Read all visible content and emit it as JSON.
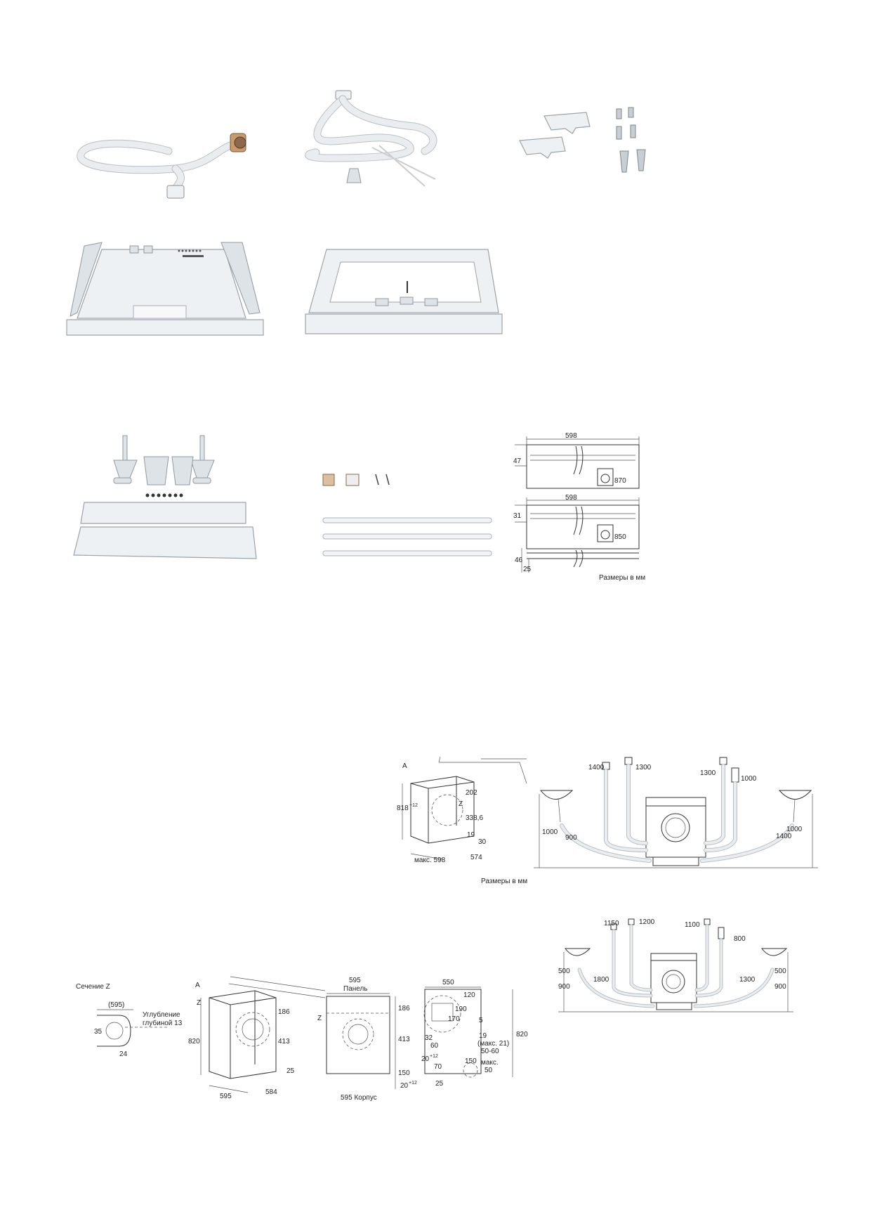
{
  "dim_diagram_1": {
    "width_top": "598",
    "height_top_shelf": "47",
    "machine_height_top": "870",
    "width_bottom": "598",
    "height_bottom_shelf": "31",
    "machine_height_bottom": "850",
    "rail_dim_a": "46",
    "rail_dim_b": "25",
    "units_note": "Размеры в мм"
  },
  "niche_diagram": {
    "label_a": "A",
    "height": "818",
    "height_tol": "+12",
    "dim_202": "202",
    "label_z": "Z",
    "dim_338": "338,6",
    "dim_19": "19",
    "dim_30": "30",
    "width_max": "макс. 598",
    "depth": "574",
    "units_note": "Размеры в мм"
  },
  "hose_diagram_1": {
    "len_1400_tl": "1400",
    "len_1300_tl": "1300",
    "len_1300_tr": "1300",
    "len_1000_tr": "1000",
    "height_1000_left": "1000",
    "len_900": "900",
    "len_1400_br": "1400",
    "height_1000_right": "1000"
  },
  "section_z": {
    "title": "Сечение Z",
    "dim_595": "(595)",
    "recess_label_1": "Углубление",
    "recess_label_2": "глубиной 13",
    "dim_35": "35",
    "dim_24": "24"
  },
  "built_in_iso": {
    "label_a": "A",
    "label_z": "Z",
    "height": "820",
    "dim_186": "186",
    "dim_413": "413",
    "dim_25": "25",
    "width": "595",
    "depth": "584"
  },
  "front_view": {
    "top_width": "595",
    "top_label": "Панель",
    "label_z": "Z",
    "dim_186": "186",
    "dim_413": "413",
    "dim_150": "150",
    "dim_20": "20",
    "dim_20_tol": "+12",
    "bottom_label": "595 Корпус"
  },
  "side_view": {
    "width": "550",
    "dim_120": "120",
    "dim_190": "190",
    "dim_170": "170",
    "dim_5": "5",
    "height": "820",
    "dim_32": "32",
    "dim_60": "60",
    "dim_19": "19",
    "dim_max21": "(макс. 21)",
    "dim_50_60": "50-60",
    "dim_20_12": "20",
    "dim_20_12_tol": "+12",
    "dim_70": "70",
    "dim_150": "150",
    "dim_max50_1": "макс.",
    "dim_max50_2": "50",
    "dim_25": "25"
  },
  "hose_diagram_2": {
    "len_1150": "1150",
    "len_1200": "1200",
    "len_1100": "1100",
    "len_800": "800",
    "h_500_left": "500",
    "h_900_left": "900",
    "len_1800": "1800",
    "len_1300": "1300",
    "h_500_right": "500",
    "h_900_right": "900"
  }
}
